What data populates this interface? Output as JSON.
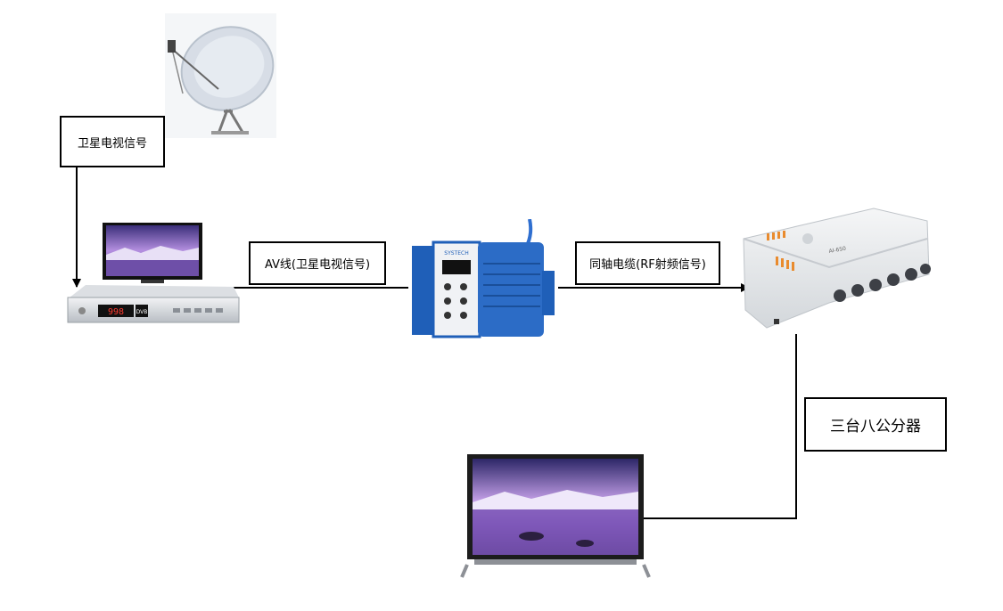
{
  "labels": {
    "satellite_signal": "卫星电视信号",
    "av_cable": "AV线(卫星电视信号)",
    "coax_cable": "同轴电缆(RF射频信号)",
    "splitter": "三台八公分器"
  },
  "devices": {
    "set_top_box_display": "998",
    "set_top_box_logo": "DVB",
    "modulator_brand": "SYSTECH",
    "splitter_model": "AI-650"
  },
  "icons": [
    "satellite-dish-icon",
    "television-icon",
    "set-top-box-icon",
    "modulator-icon",
    "splitter-icon",
    "flat-tv-icon"
  ],
  "colors": {
    "line": "#000000",
    "modulator": "#1f5fb8",
    "splitter_body": "#e6e8ea",
    "screen_sky": "#8a5fc4"
  }
}
